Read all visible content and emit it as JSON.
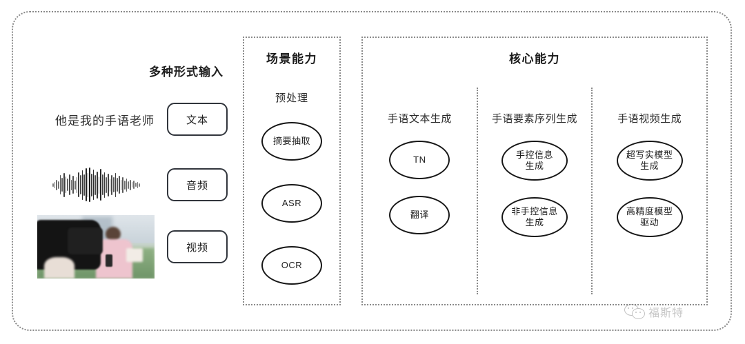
{
  "input": {
    "title": "多种形式输入",
    "sentence": "他是我的手语老师",
    "modalities": [
      {
        "label": "文本",
        "media": "text-sentence"
      },
      {
        "label": "音频",
        "media": "audio-waveform"
      },
      {
        "label": "视频",
        "media": "video-thumbnail"
      }
    ]
  },
  "scene_panel": {
    "title": "场景能力",
    "subtitle": "预处理",
    "nodes": [
      "摘要抽取",
      "ASR",
      "OCR"
    ]
  },
  "core_panel": {
    "title": "核心能力",
    "columns": [
      {
        "title": "手语文本生成",
        "nodes": [
          "TN",
          "翻译"
        ]
      },
      {
        "title": "手语要素序列生成",
        "nodes": [
          "手控信息\n生成",
          "非手控信息\n生成"
        ]
      },
      {
        "title": "手语视频生成",
        "nodes": [
          "超写实模型\n生成",
          "高精度模型\n驱动"
        ]
      }
    ]
  },
  "watermark": {
    "text": "福斯特",
    "icon": "wechat-icon"
  },
  "colors": {
    "border_dotted": "#8a8a8a",
    "node_border": "#161616",
    "pill_border": "#31353c",
    "text": "#2b2b2b",
    "watermark": "#7a7a7a"
  }
}
